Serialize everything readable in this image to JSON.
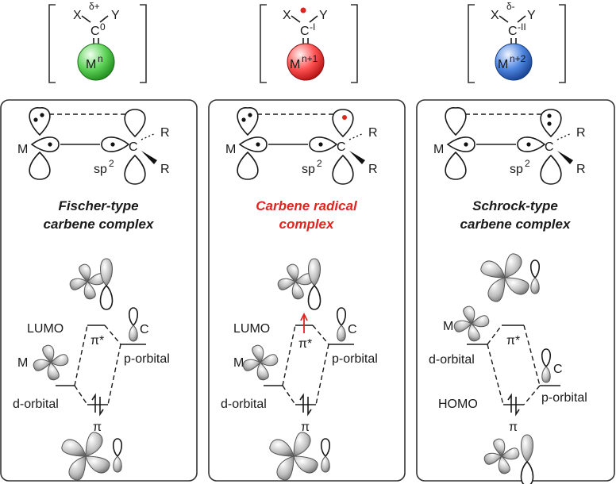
{
  "top": [
    {
      "x": "X",
      "y": "Y",
      "c": "C",
      "charge": "δ+",
      "ox": "0",
      "metal": "M",
      "sup": "n",
      "color": "#22a11f"
    },
    {
      "x": "X",
      "y": "Y",
      "c": "C",
      "charge": "",
      "ox": "-I",
      "metal": "M",
      "sup": "n+1",
      "color": "#d81c1c"
    },
    {
      "x": "X",
      "y": "Y",
      "c": "C",
      "charge": "δ-",
      "ox": "-II",
      "metal": "M",
      "sup": "n+2",
      "color": "#1f56b8"
    }
  ],
  "panels": [
    {
      "title_line1": "Fischer-type",
      "title_line2": "carbene complex",
      "title_color": "#1a1a1a",
      "m": "M",
      "c": "C",
      "r1": "R",
      "r2": "R",
      "sp": "sp",
      "sp_sup": "2",
      "lumo": "LUMO",
      "pistar": "π*",
      "pi": "π",
      "m_label": "M",
      "c_label": "C",
      "d_orbital": "d-orbital",
      "p_orbital": "p-orbital"
    },
    {
      "title_line1": "Carbene radical",
      "title_line2": "complex",
      "title_color": "#e0241f",
      "m": "M",
      "c": "C",
      "r1": "R",
      "r2": "R",
      "sp": "sp",
      "sp_sup": "2",
      "lumo": "LUMO",
      "pistar": "π*",
      "pi": "π",
      "m_label": "M",
      "c_label": "C",
      "d_orbital": "d-orbital",
      "p_orbital": "p-orbital"
    },
    {
      "title_line1": "Schrock-type",
      "title_line2": "carbene complex",
      "title_color": "#1a1a1a",
      "m": "M",
      "c": "C",
      "r1": "R",
      "r2": "R",
      "sp": "sp",
      "sp_sup": "2",
      "homo": "HOMO",
      "pistar": "π*",
      "pi": "π",
      "m_label": "M",
      "c_label": "C",
      "d_orbital": "d-orbital",
      "p_orbital": "p-orbital"
    }
  ]
}
